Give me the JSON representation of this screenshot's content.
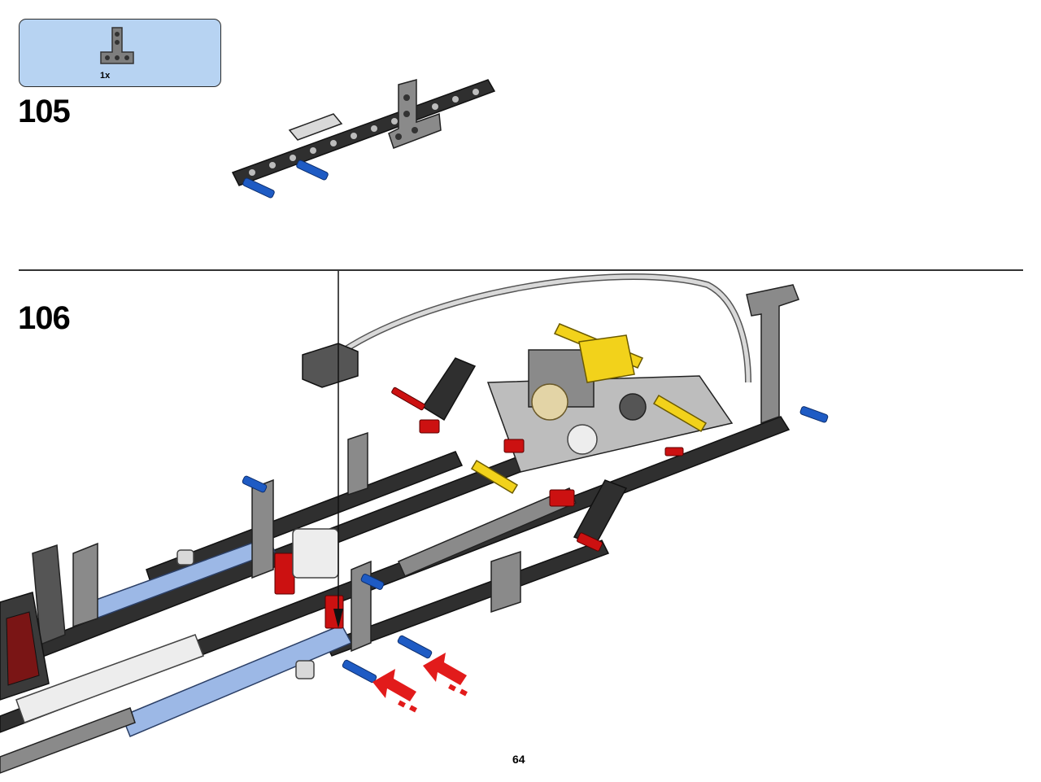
{
  "callout": {
    "quantity": "1x"
  },
  "steps": [
    {
      "number": "105"
    },
    {
      "number": "106"
    }
  ],
  "page": {
    "number": "64"
  },
  "colors": {
    "callout_bg": "#b7d3f2",
    "beam_black": "#2f2f2f",
    "beam_gray": "#8a8a8a",
    "beam_lightblue": "#9cb8e6",
    "beam_white": "#ededed",
    "pin_blue": "#1e5bc4",
    "axle_red": "#cc1111",
    "part_yellow": "#f2d21b",
    "arrow_red": "#e21b1b"
  }
}
